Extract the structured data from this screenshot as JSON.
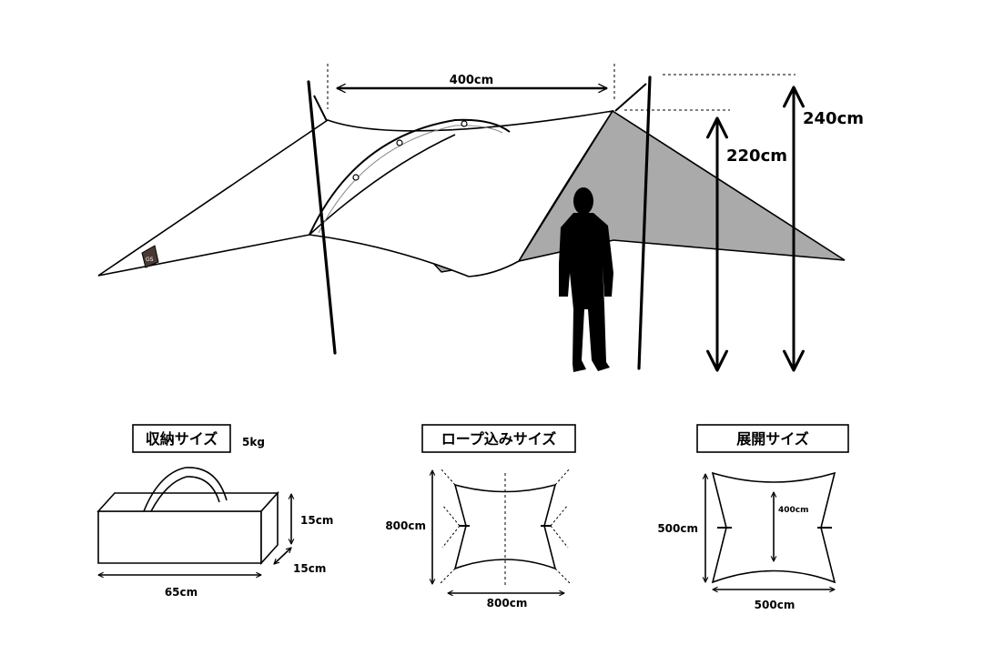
{
  "main_diagram": {
    "width_label": "400cm",
    "pole_short_label": "220cm",
    "pole_tall_label": "240cm"
  },
  "packed": {
    "title": "収納サイズ",
    "weight": "5kg",
    "height_label": "15cm",
    "depth_label": "15cm",
    "length_label": "65cm"
  },
  "rope": {
    "title": "ロープ込みサイズ",
    "height_label": "800cm",
    "width_label": "800cm"
  },
  "deployed": {
    "title": "展開サイズ",
    "height_label": "500cm",
    "inner_label": "400cm",
    "width_label": "500cm"
  },
  "colors": {
    "line": "#000000",
    "tarp_fill": "#ffffff",
    "shade_fill": "#aaaaaa"
  },
  "icons": {
    "logo": "brand-tag-icon",
    "person": "person-silhouette-icon"
  }
}
